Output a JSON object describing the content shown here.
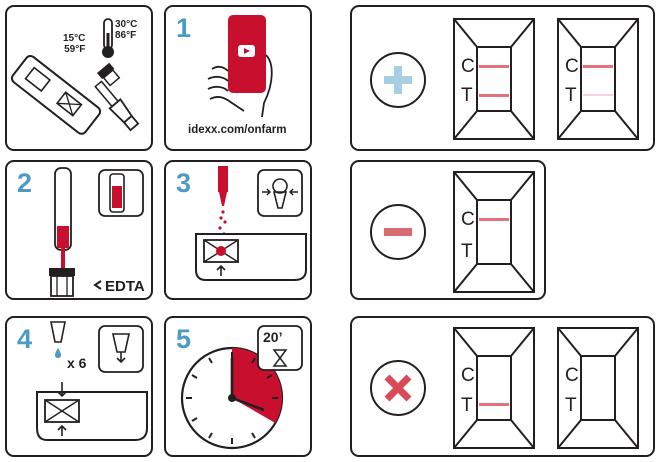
{
  "steps": {
    "storage": {
      "temp_low": "15°C\n59°F",
      "temp_high": "30°C\n86°F"
    },
    "step1": {
      "number": "1",
      "url": "idexx.com/onfarm"
    },
    "step2": {
      "number": "2",
      "edta_label": "EDTA"
    },
    "step3": {
      "number": "3"
    },
    "step4": {
      "number": "4",
      "drops_label": "x 6"
    },
    "step5": {
      "number": "5",
      "timer_label": "20’"
    }
  },
  "results": {
    "positive": {
      "c_label": "C",
      "t_label": "T"
    },
    "negative": {
      "c_label": "C",
      "t_label": "T"
    },
    "invalid": {
      "c_label": "C",
      "t_label": "T"
    }
  },
  "colors": {
    "ink": "#231f20",
    "accent_red": "#c8102e",
    "line_red": "#e3707b",
    "step_blue": "#4a9cc6",
    "plus_blue": "#a9cde3",
    "minus_red": "#d96a6f",
    "cross_red": "#d84a55"
  }
}
